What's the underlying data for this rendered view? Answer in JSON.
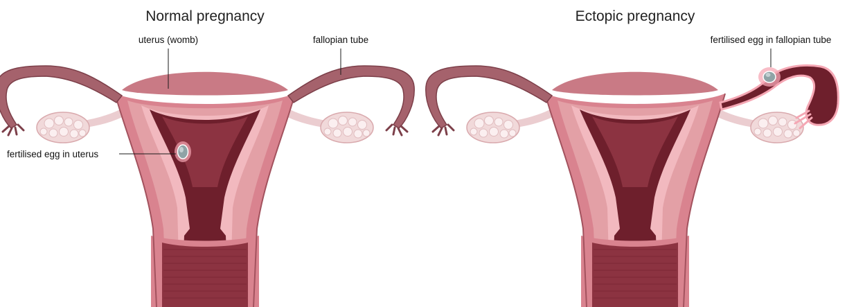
{
  "panels": [
    {
      "title": "Normal pregnancy",
      "labels": {
        "uterus": "uterus (womb)",
        "tube": "fallopian tube",
        "egg": "fertilised egg in uterus"
      }
    },
    {
      "title": "Ectopic pregnancy",
      "labels": {
        "egg": "fertilised egg in fallopian tube"
      }
    }
  ],
  "colors": {
    "outer_wall": "#d9838f",
    "outer_wall_dark": "#a3525e",
    "myometrium": "#e3a0a6",
    "lining_edge": "#f2b9bf",
    "cavity": "#6e1f2c",
    "cavity_light": "#8c3341",
    "tube": "#a5626c",
    "tube_dark": "#7c3f49",
    "ovary": "#f1d9da",
    "ovary_follicle": "#fbeff0",
    "ligament": "#ebcdd0",
    "egg": "#8fa3a6",
    "egg_glow": "#f5a7b4",
    "background": "#ffffff"
  }
}
